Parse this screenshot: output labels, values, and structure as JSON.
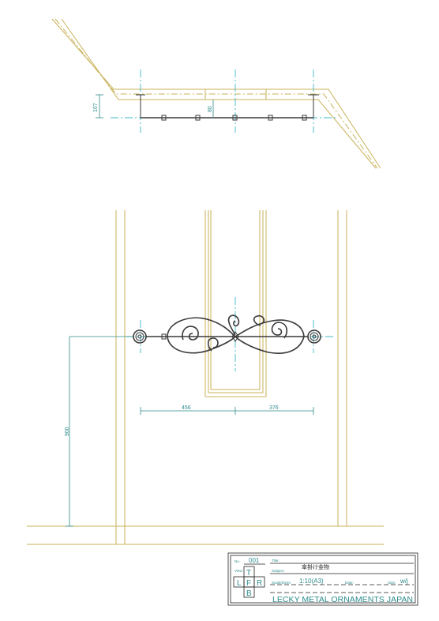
{
  "top_view": {
    "dim_offset": "107",
    "dim_projection": "80"
  },
  "front_view": {
    "dim_left": "456",
    "dim_right": "376",
    "dim_height": "900"
  },
  "title_block": {
    "no_label": "No.",
    "no_value": "001",
    "title_label": "Title:",
    "view_label": "View:",
    "subject_label": "Subject:",
    "subject_value": "傘掛け金物",
    "scale_label": "Scale/Sizes:",
    "scale_value": "1:10(A3)",
    "date_label": "Date:",
    "sign_label": "Sign:",
    "sign_value": "w/j",
    "views": [
      "T",
      "L",
      "F",
      "R",
      "B"
    ],
    "company": "LECKY METAL ORNAMENTS JAPAN"
  },
  "colors": {
    "wall": "#c9b25a",
    "centerline": "#3fb8c8",
    "dimension": "#2e8b8b",
    "metal": "#3a3a3a"
  }
}
